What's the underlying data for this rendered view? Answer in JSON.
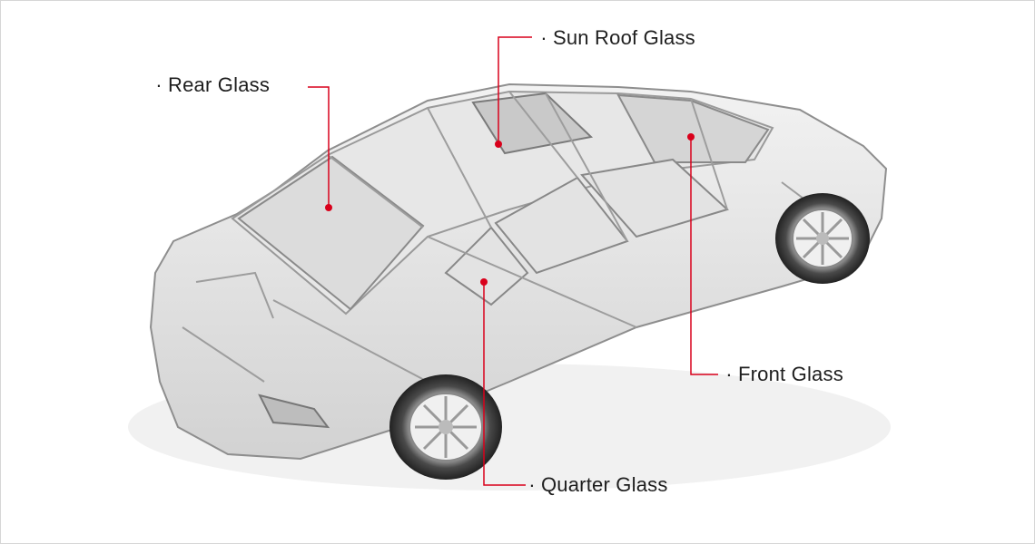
{
  "colors": {
    "leader_line": "#d9001b",
    "text": "#1e1e1e",
    "border": "#d6d6d6"
  },
  "labels": {
    "sun_roof": "Sun Roof Glass",
    "rear": "Rear Glass",
    "front": "Front Glass",
    "quarter": "Quarter Glass"
  },
  "bullet": "·"
}
